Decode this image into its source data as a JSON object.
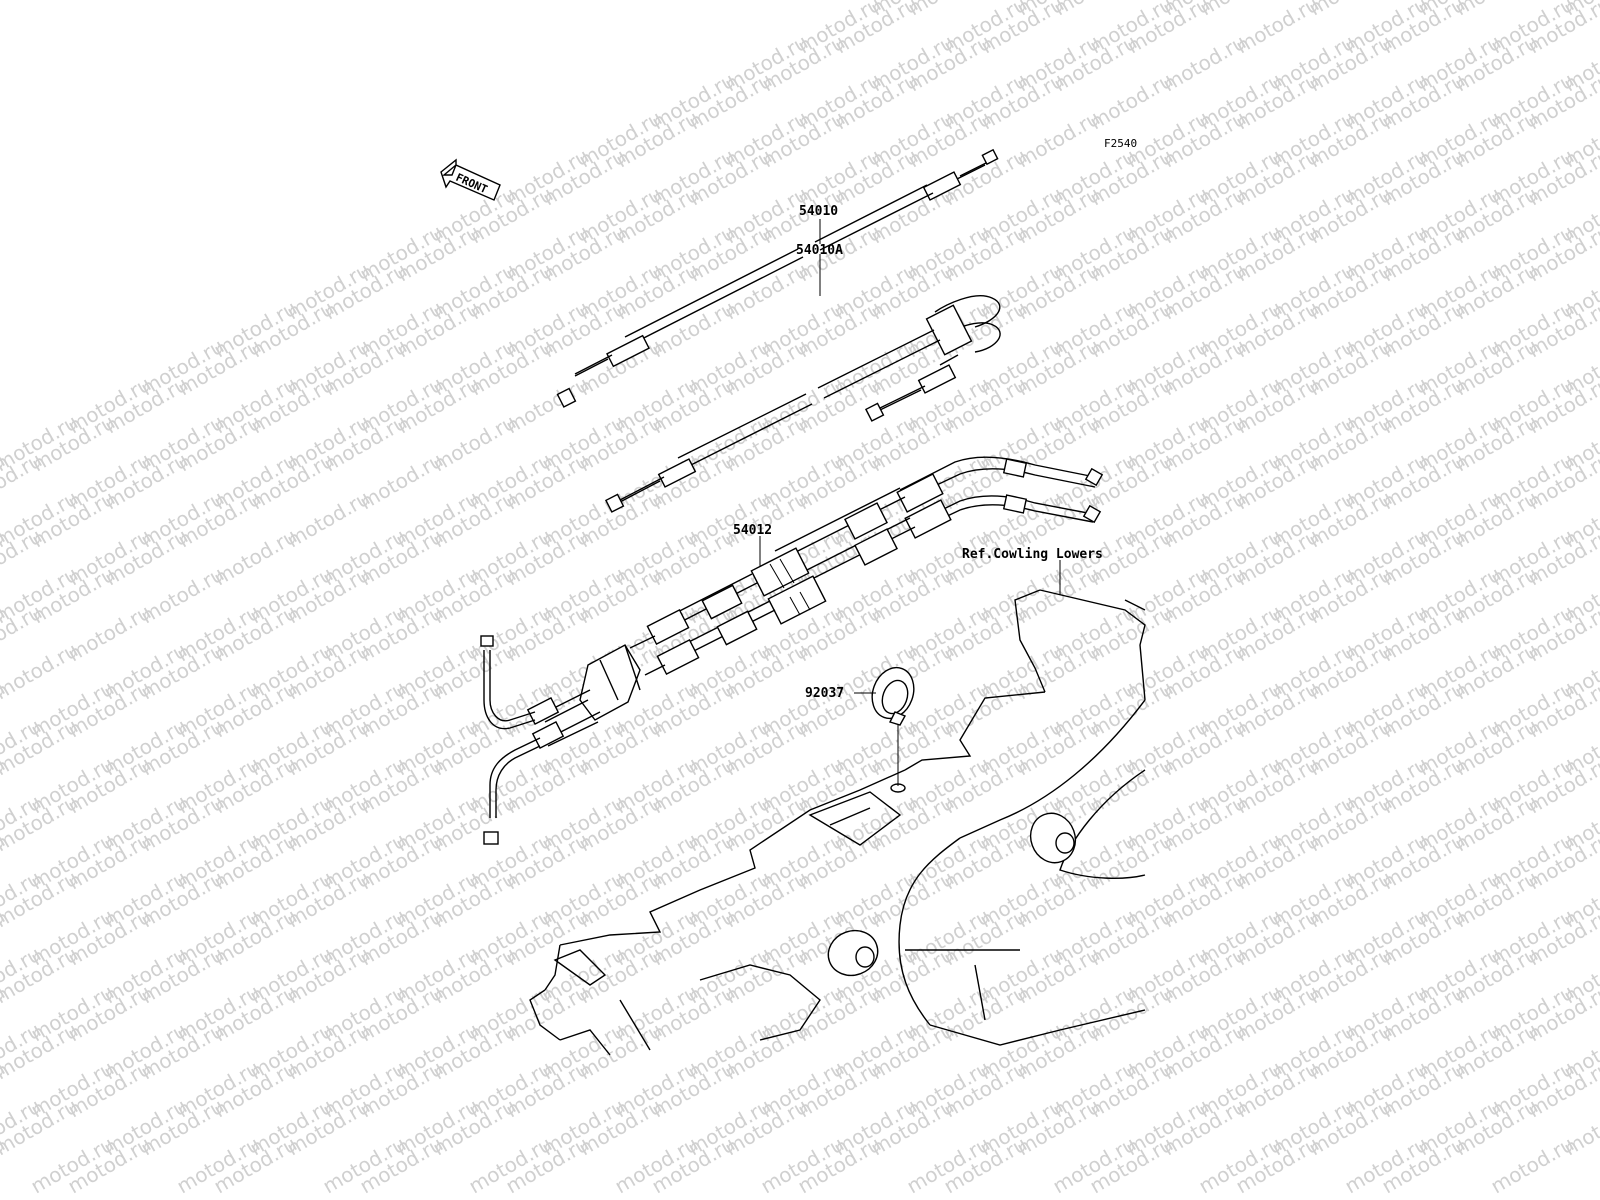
{
  "watermark": {
    "text": "motod.ru"
  },
  "diagram": {
    "figure_code": "F2540",
    "front_label": "FRONT",
    "parts": [
      {
        "number": "54010"
      },
      {
        "number": "54010A"
      },
      {
        "number": "54012"
      },
      {
        "number": "92037"
      }
    ],
    "reference_label": "Ref.Cowling Lowers"
  }
}
